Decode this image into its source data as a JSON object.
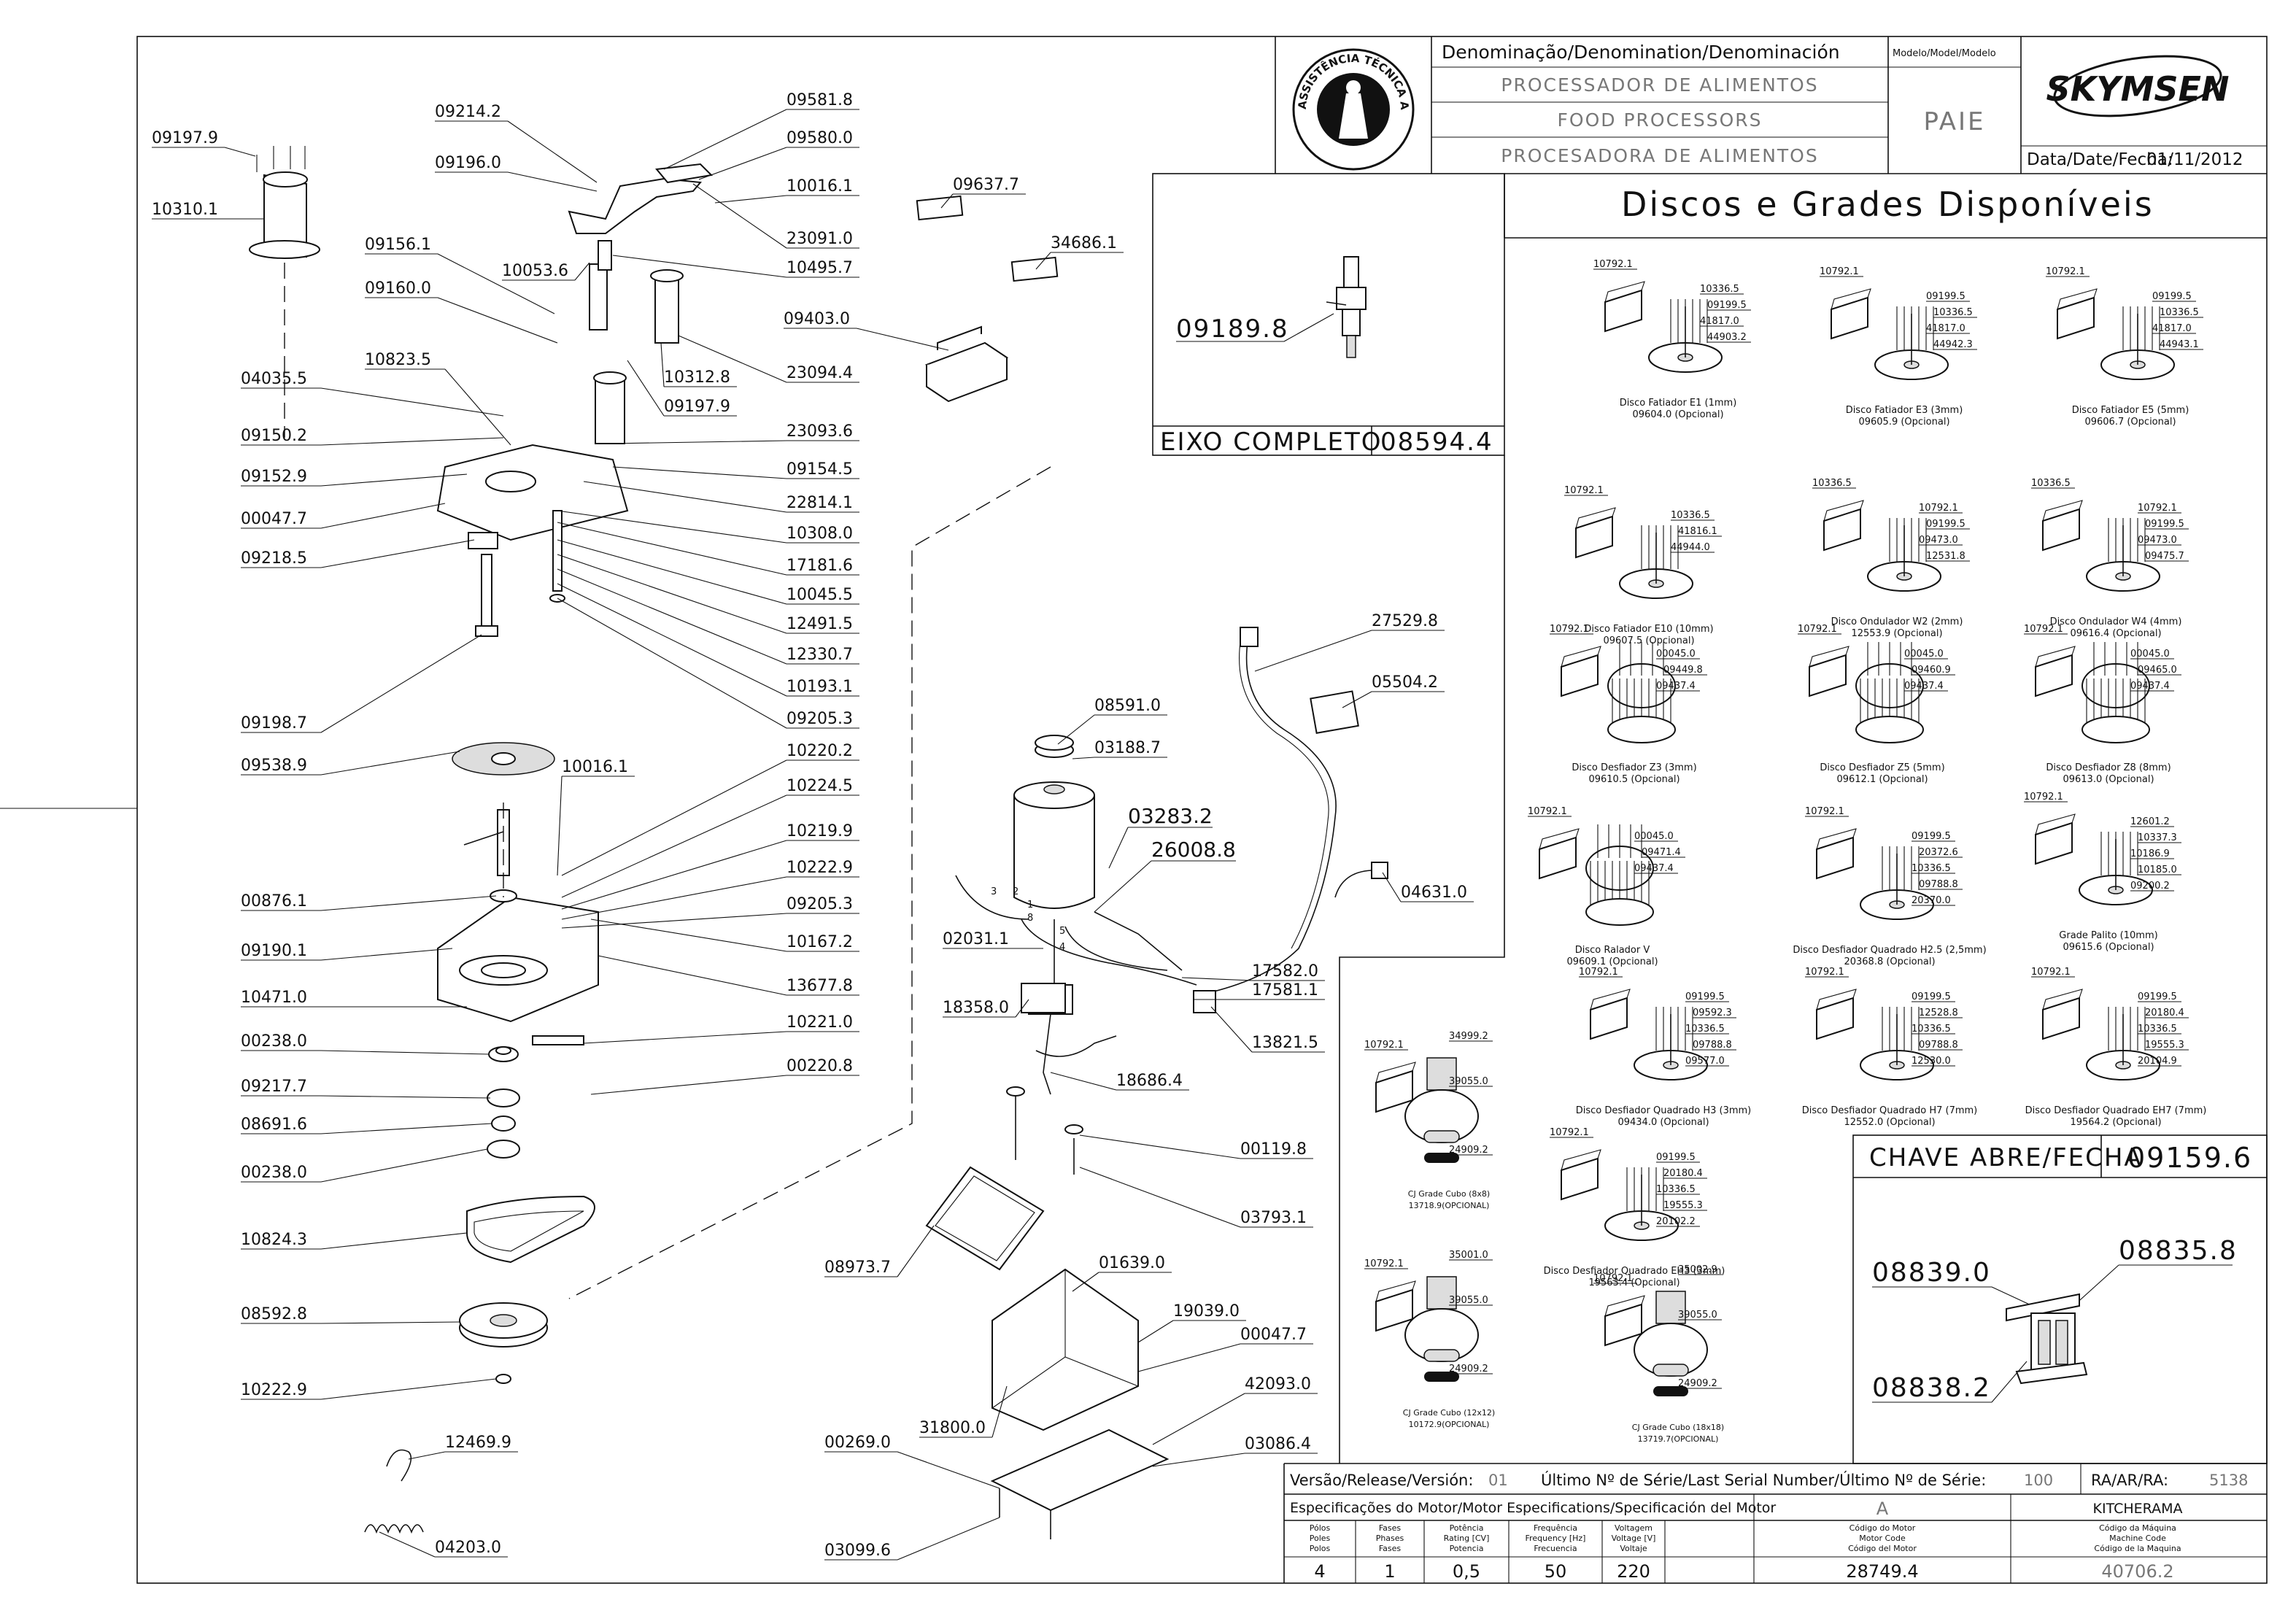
{
  "header": {
    "denomination_label": "Denominação/Denomination/Denominación",
    "model_label": "Modelo/Model/Modelo",
    "names": [
      "PROCESSADOR DE ALIMENTOS",
      "FOOD PROCESSORS",
      "PROCESADORA DE ALIMENTOS"
    ],
    "model": "PAIE",
    "brand": "SKYMSEN",
    "seal_text": "ASSISTÊNCIA TÉCNICA AUTORIZADA",
    "date_label": "Data/Date/Fecha:",
    "date": "01/11/2012"
  },
  "section_titles": {
    "discs": "Discos e Grades Disponíveis",
    "axis_label": "EIXO COMPLETO",
    "axis_code": "08594.4",
    "axis_part": "09189.8",
    "switch_label": "CHAVE ABRE/FECHA",
    "switch_code": "09159.6"
  },
  "main_labels": [
    "09197.9",
    "10310.1",
    "09214.2",
    "09196.0",
    "09581.8",
    "09580.0",
    "10016.1",
    "23091.0",
    "10053.6",
    "10495.7",
    "09156.1",
    "09160.0",
    "10823.5",
    "10312.8",
    "09197.9",
    "23094.4",
    "04035.5",
    "09150.2",
    "23093.6",
    "09152.9",
    "09154.5",
    "22814.1",
    "00047.7",
    "10308.0",
    "09218.5",
    "17181.6",
    "10045.5",
    "12491.5",
    "12330.7",
    "10193.1",
    "09205.3",
    "09198.7",
    "09538.9",
    "10016.1",
    "10220.2",
    "10224.5",
    "10219.9",
    "10222.9",
    "00876.1",
    "09205.3",
    "10167.2",
    "09190.1",
    "13677.8",
    "10471.0",
    "10221.0",
    "00238.0",
    "00220.8",
    "09217.7",
    "08691.6",
    "00238.0",
    "10824.3",
    "08592.8",
    "10222.9",
    "12469.9",
    "04203.0"
  ],
  "center_labels": [
    "09637.7",
    "34686.1",
    "09403.0",
    "27529.8",
    "05504.2",
    "08591.0",
    "03188.7",
    "03283.2",
    "26008.8",
    "04631.0",
    "02031.1",
    "17582.0",
    "17581.1",
    "18358.0",
    "13821.5",
    "18686.4",
    "00119.8",
    "03793.1",
    "08973.7",
    "01639.0",
    "19039.0",
    "00047.7",
    "31800.0",
    "42093.0",
    "00269.0",
    "03086.4",
    "03099.6"
  ],
  "wire_numbers": [
    "3",
    "2",
    "1",
    "8",
    "5",
    "4"
  ],
  "switch_parts": [
    "08839.0",
    "08835.8",
    "08838.2"
  ],
  "discs": [
    {
      "caption": "Disco Fatiador E1 (1mm)",
      "code": "09604.0 (Opcional)",
      "parts": [
        "10792.1",
        "10336.5",
        "09199.5",
        "41817.0",
        "44903.2"
      ]
    },
    {
      "caption": "Disco Fatiador E3 (3mm)",
      "code": "09605.9 (Opcional)",
      "parts": [
        "10792.1",
        "09199.5",
        "10336.5",
        "41817.0",
        "44942.3"
      ]
    },
    {
      "caption": "Disco Fatiador E5 (5mm)",
      "code": "09606.7 (Opcional)",
      "parts": [
        "10792.1",
        "09199.5",
        "10336.5",
        "41817.0",
        "44943.1"
      ]
    },
    {
      "caption": "Disco Fatiador E10 (10mm)",
      "code": "09607.5 (Opcional)",
      "parts": [
        "10792.1",
        "10336.5",
        "41816.1",
        "44944.0"
      ]
    },
    {
      "caption": "Disco Ondulador W2 (2mm)",
      "code": "12553.9 (Opcional)",
      "parts": [
        "10336.5",
        "10792.1",
        "09199.5",
        "09473.0",
        "12531.8"
      ]
    },
    {
      "caption": "Disco Ondulador W4 (4mm)",
      "code": "09616.4 (Opcional)",
      "parts": [
        "10336.5",
        "10792.1",
        "09199.5",
        "09473.0",
        "09475.7"
      ]
    },
    {
      "caption": "Disco Desfiador Z3 (3mm)",
      "code": "09610.5 (Opcional)",
      "parts": [
        "10792.1",
        "00045.0",
        "09449.8",
        "09437.4"
      ]
    },
    {
      "caption": "Disco Desfiador Z5 (5mm)",
      "code": "09612.1 (Opcional)",
      "parts": [
        "10792.1",
        "00045.0",
        "09460.9",
        "09437.4"
      ]
    },
    {
      "caption": "Disco Desfiador Z8 (8mm)",
      "code": "09613.0 (Opcional)",
      "parts": [
        "10792.1",
        "00045.0",
        "09465.0",
        "09437.4"
      ]
    },
    {
      "caption": "Disco Ralador V",
      "code": "09609.1 (Opcional)",
      "parts": [
        "10792.1",
        "00045.0",
        "09471.4",
        "09437.4"
      ]
    },
    {
      "caption": "Disco Desfiador Quadrado H2.5 (2,5mm)",
      "code": "20368.8 (Opcional)",
      "parts": [
        "10792.1",
        "09199.5",
        "20372.6",
        "10336.5",
        "09788.8",
        "20370.0"
      ]
    },
    {
      "caption": "Grade Palito (10mm)",
      "code": "09615.6 (Opcional)",
      "parts": [
        "10792.1",
        "12601.2",
        "10337.3",
        "10186.9",
        "10185.0",
        "09200.2"
      ]
    },
    {
      "caption": "Disco Desfiador Quadrado H3 (3mm)",
      "code": "09434.0 (Opcional)",
      "parts": [
        "10792.1",
        "09199.5",
        "09592.3",
        "10336.5",
        "09788.8",
        "09577.0"
      ]
    },
    {
      "caption": "Disco Desfiador Quadrado H7 (7mm)",
      "code": "12552.0 (Opcional)",
      "parts": [
        "10792.1",
        "09199.5",
        "12528.8",
        "10336.5",
        "09788.8",
        "12530.0"
      ]
    },
    {
      "caption": "Disco Desfiador Quadrado EH7 (7mm)",
      "code": "19564.2 (Opcional)",
      "parts": [
        "10792.1",
        "09199.5",
        "20180.4",
        "10336.5",
        "19555.3",
        "20104.9"
      ]
    },
    {
      "caption": "Disco Desfiador Quadrado EH3 (3mm)",
      "code": "19563.4 (Opcional)",
      "parts": [
        "10792.1",
        "09199.5",
        "20180.4",
        "10336.5",
        "19555.3",
        "20102.2"
      ]
    },
    {
      "caption": "CJ Grade Cubo (8x8)",
      "code": "13718.9(OPCIONAL)",
      "parts": [
        "10792.1",
        "34999.2",
        "39055.0",
        "24909.2"
      ]
    },
    {
      "caption": "CJ Grade Cubo (12x12)",
      "code": "10172.9(OPCIONAL)",
      "parts": [
        "10792.1",
        "35001.0",
        "39055.0",
        "24909.2"
      ]
    },
    {
      "caption": "CJ Grade Cubo (18x18)",
      "code": "13719.7(OPCIONAL)",
      "parts": [
        "10792.1",
        "35002.9",
        "39055.0",
        "24909.2"
      ]
    }
  ],
  "footer": {
    "version_label": "Versão/Release/Versión:",
    "version": "01",
    "serial_label": "Último Nº de Série/Last Serial Number/Último Nº de Série:",
    "serial": "100",
    "ra_label": "RA/AR/RA:",
    "ra": "5138",
    "spec_label": "Especificações do Motor/Motor Especifications/Specificación del Motor",
    "motor_variant": "A",
    "kit_name": "KITCHERAMA",
    "columns": [
      {
        "head": [
          "Pólos",
          "Poles",
          "Polos"
        ],
        "value": "4"
      },
      {
        "head": [
          "Fases",
          "Phases",
          "Fases"
        ],
        "value": "1"
      },
      {
        "head": [
          "Potência",
          "Rating [CV]",
          "Potencia"
        ],
        "value": "0,5"
      },
      {
        "head": [
          "Frequência",
          "Frequency [Hz]",
          "Frecuencia"
        ],
        "value": "50"
      },
      {
        "head": [
          "Voltagem",
          "Voltage [V]",
          "Voltaje"
        ],
        "value": "220"
      },
      {
        "head": [
          "Código do Motor",
          "Motor Code",
          "Código del Motor"
        ],
        "value": "28749.4"
      },
      {
        "head": [
          "Código da Máquina",
          "Machine Code",
          "Código de la Maquina"
        ],
        "value": "40706.2"
      }
    ]
  }
}
